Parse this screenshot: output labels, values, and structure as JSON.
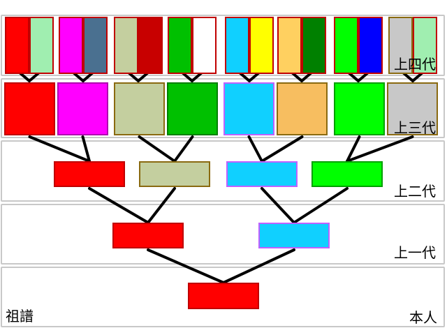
{
  "chart_data": {
    "type": "family-tree",
    "title": "祖譜",
    "generations": [
      {
        "label": "本人",
        "nodes": [
          {
            "fill": "#ff0000",
            "border": "#c00000"
          }
        ]
      },
      {
        "label": "上一代",
        "nodes": [
          {
            "fill": "#ff0000",
            "border": "#c00000"
          },
          {
            "fill": "#10d0ff",
            "border": "#c060ff"
          }
        ]
      },
      {
        "label": "上二代",
        "nodes": [
          {
            "fill": "#ff0000",
            "border": "#c00000"
          },
          {
            "fill": "#c4cf9f",
            "border": "#8a6a10"
          },
          {
            "fill": "#10d0ff",
            "border": "#c060ff"
          },
          {
            "fill": "#00ff00",
            "border": "#00a000"
          }
        ]
      },
      {
        "label": "上三代",
        "nodes": [
          {
            "fill": "#ff0000",
            "border": "#c00000"
          },
          {
            "fill": "#ff00ff",
            "border": "#b000b0"
          },
          {
            "fill": "#c4cf9f",
            "border": "#8a6a10"
          },
          {
            "fill": "#00c000",
            "border": "#008000"
          },
          {
            "fill": "#10d0ff",
            "border": "#c060ff"
          },
          {
            "fill": "#f7be60",
            "border": "#8a6a10"
          },
          {
            "fill": "#00ff00",
            "border": "#00a000"
          },
          {
            "fill": "#c8c8c8",
            "border": "#8a6a10"
          }
        ]
      },
      {
        "label": "上四代",
        "nodes": [
          {
            "fill": "#ff0000",
            "border": "#c00000"
          },
          {
            "fill": "#a0eeb0",
            "border": "#c00000"
          },
          {
            "fill": "#ff00ff",
            "border": "#c00000"
          },
          {
            "fill": "#4a7090",
            "border": "#c00000"
          },
          {
            "fill": "#c4cf9f",
            "border": "#c00000"
          },
          {
            "fill": "#c80000",
            "border": "#c00000"
          },
          {
            "fill": "#00c000",
            "border": "#c00000"
          },
          {
            "fill": "#ffffff",
            "border": "#c00000"
          },
          {
            "fill": "#10d0ff",
            "border": "#c00000"
          },
          {
            "fill": "#ffff00",
            "border": "#c00000"
          },
          {
            "fill": "#ffd060",
            "border": "#c00000"
          },
          {
            "fill": "#008000",
            "border": "#c00000"
          },
          {
            "fill": "#00ff00",
            "border": "#c00000"
          },
          {
            "fill": "#0000ff",
            "border": "#c00000"
          },
          {
            "fill": "#c8c8c8",
            "border": "#8a6a10"
          },
          {
            "fill": "#a0eeb0",
            "border": "#c00000"
          }
        ]
      }
    ]
  }
}
